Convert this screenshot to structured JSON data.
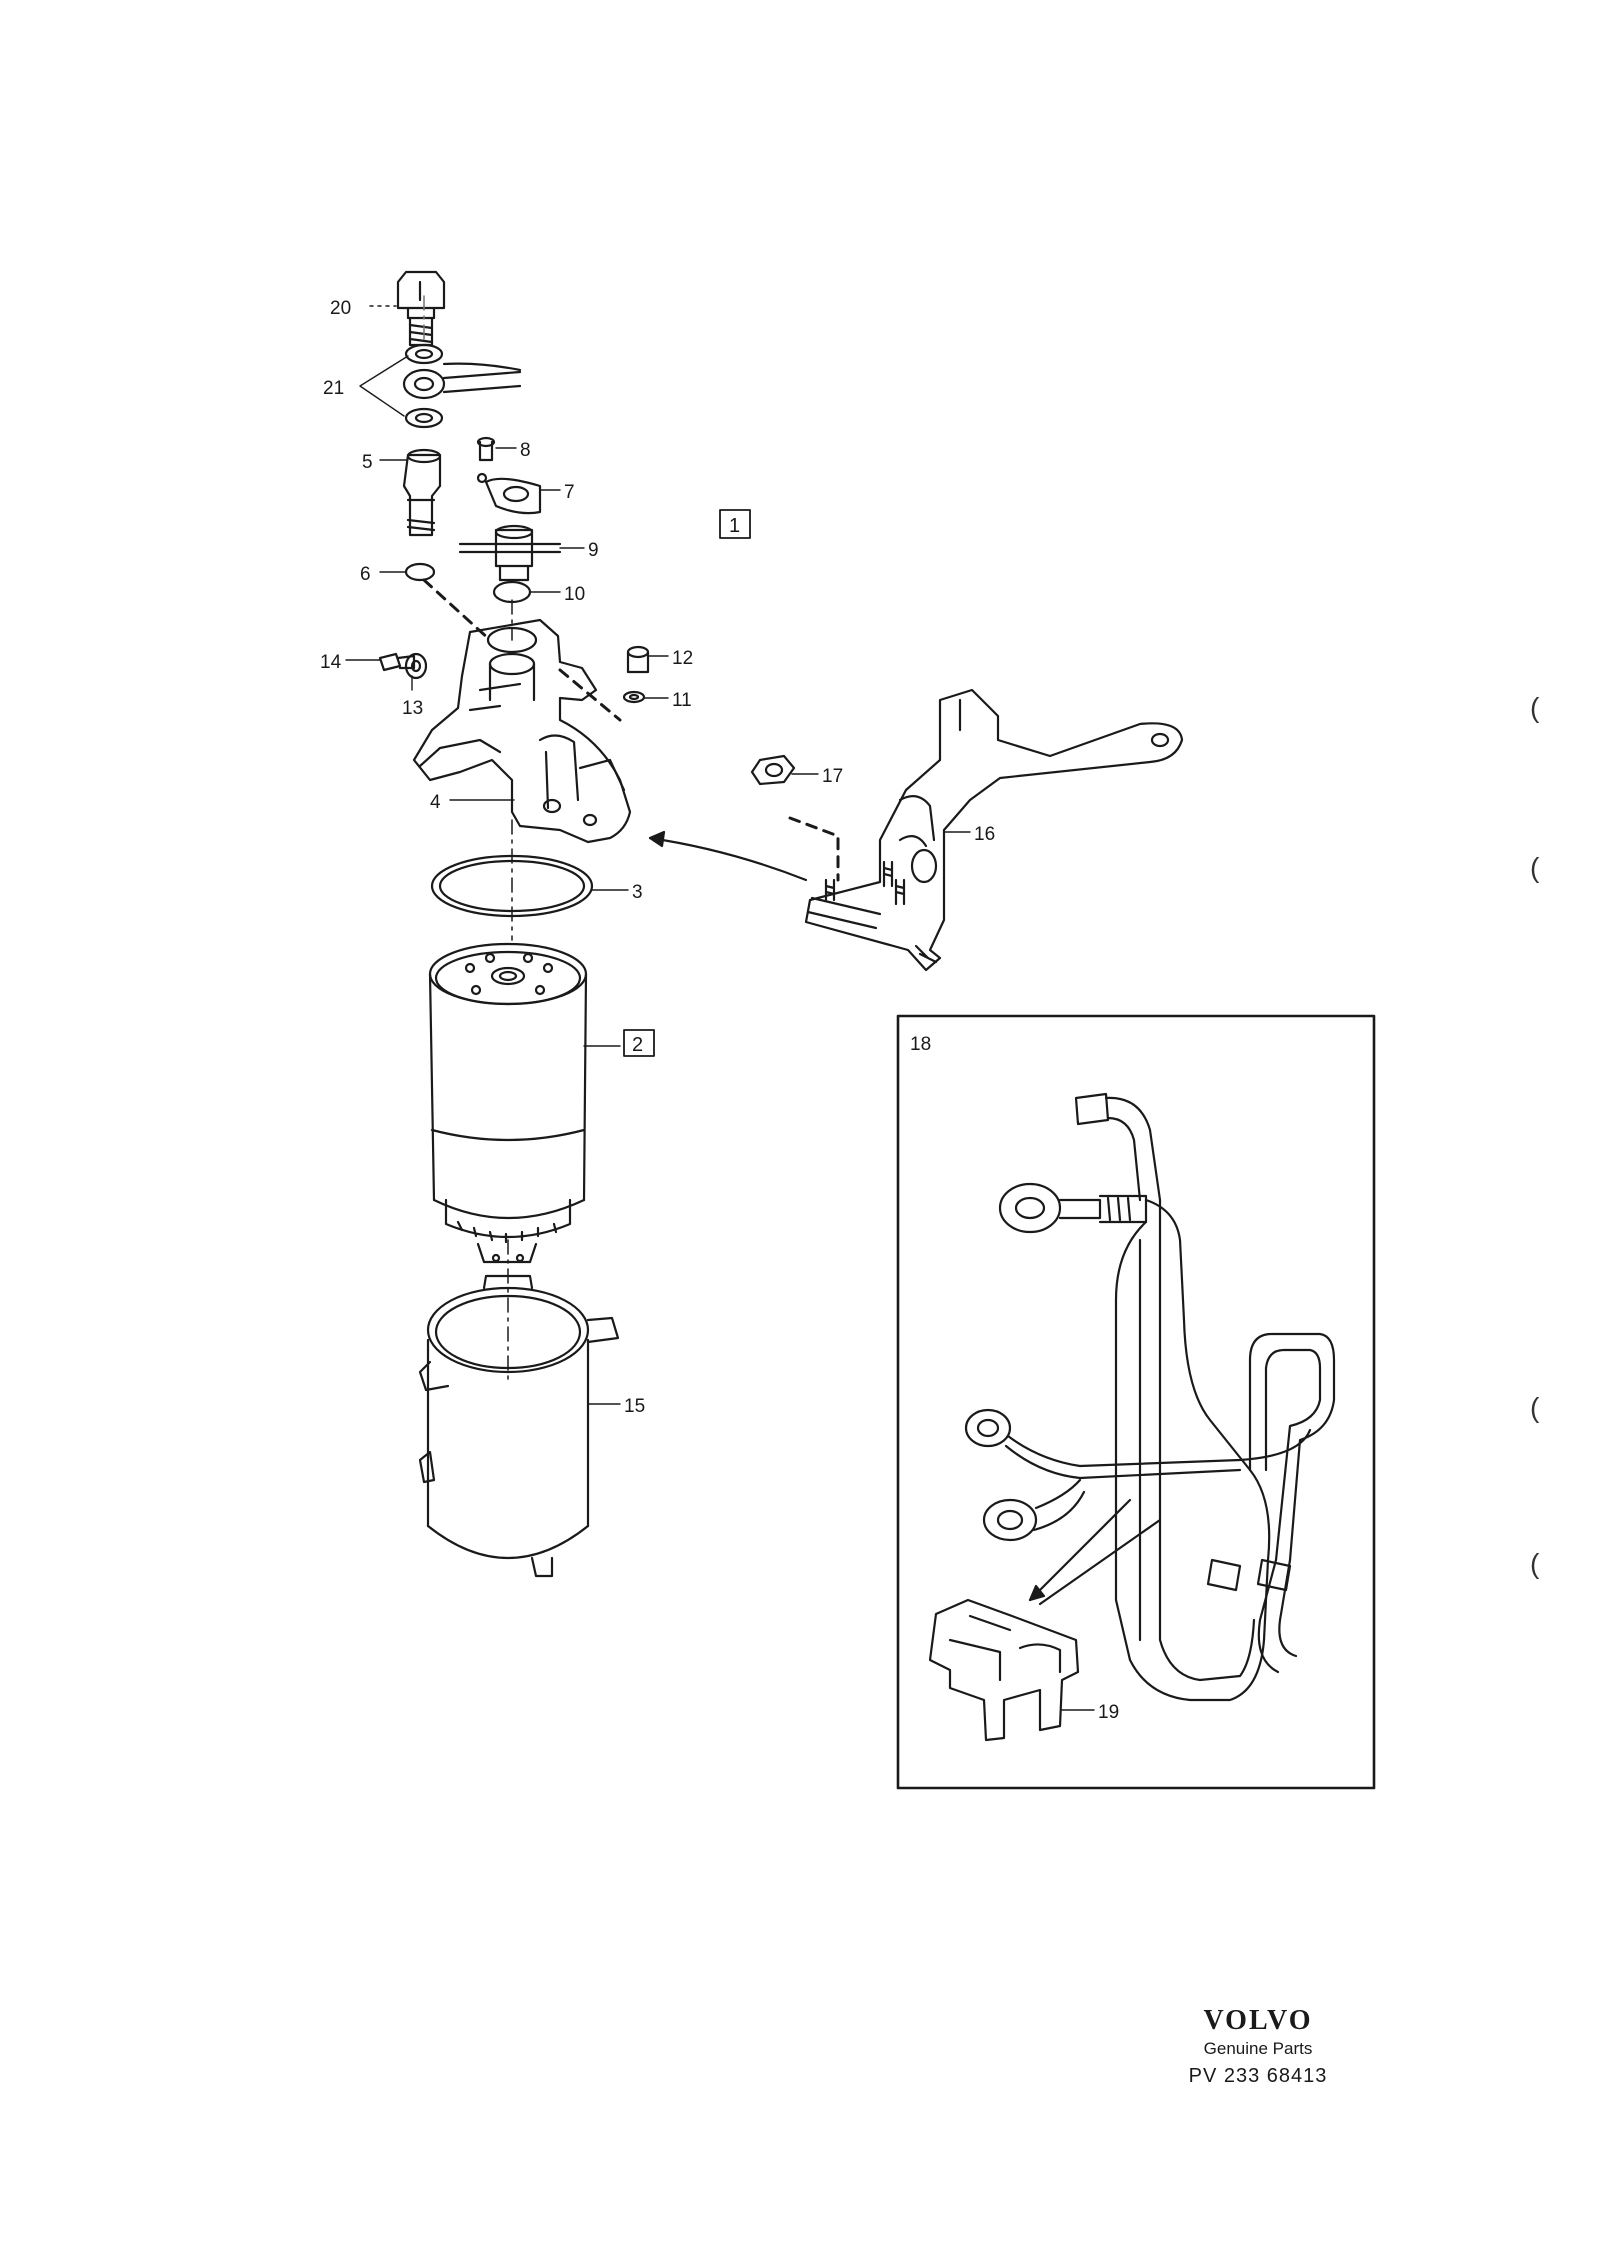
{
  "callouts": {
    "c20": "20",
    "c21": "21",
    "c5": "5",
    "c8": "8",
    "c7": "7",
    "c9": "9",
    "c6": "6",
    "c10": "10",
    "c14": "14",
    "c13": "13",
    "c12": "12",
    "c11": "11",
    "c4": "4",
    "c3": "3",
    "c17": "17",
    "c16": "16",
    "c15": "15",
    "c19": "19"
  },
  "boxed_labels": {
    "b1": "1",
    "b2": "2"
  },
  "inset": {
    "label": "18"
  },
  "brand": {
    "logo": "VOLVO",
    "subtitle": "Genuine Parts",
    "code": "PV 233 68413"
  },
  "margin_marks": {
    "m1": "(",
    "m2": "(",
    "m3": "(",
    "m4": "("
  },
  "colors": {
    "ink": "#1a1a1a",
    "paper": "#ffffff"
  }
}
